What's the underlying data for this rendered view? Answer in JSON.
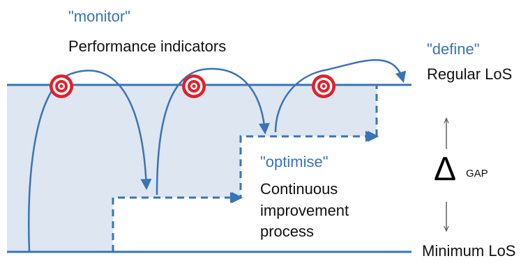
{
  "monitor": {
    "keyword": "\"monitor\"",
    "caption": "Performance indicators"
  },
  "define": {
    "keyword": "\"define\"",
    "caption": "Regular LoS"
  },
  "optimise": {
    "keyword": "\"optimise\"",
    "caption_lines": [
      "Continuous",
      "improvement",
      "process"
    ]
  },
  "gap": {
    "symbol": "Δ",
    "label": "GAP"
  },
  "minimum": {
    "caption": "Minimum LoS"
  },
  "colors": {
    "line": "#3a74b4",
    "fill": "#dde6f1",
    "target_red": "#e0202a",
    "text_blue": "#3a74b4"
  },
  "icons": [
    "target-icon",
    "arrow-icon"
  ]
}
